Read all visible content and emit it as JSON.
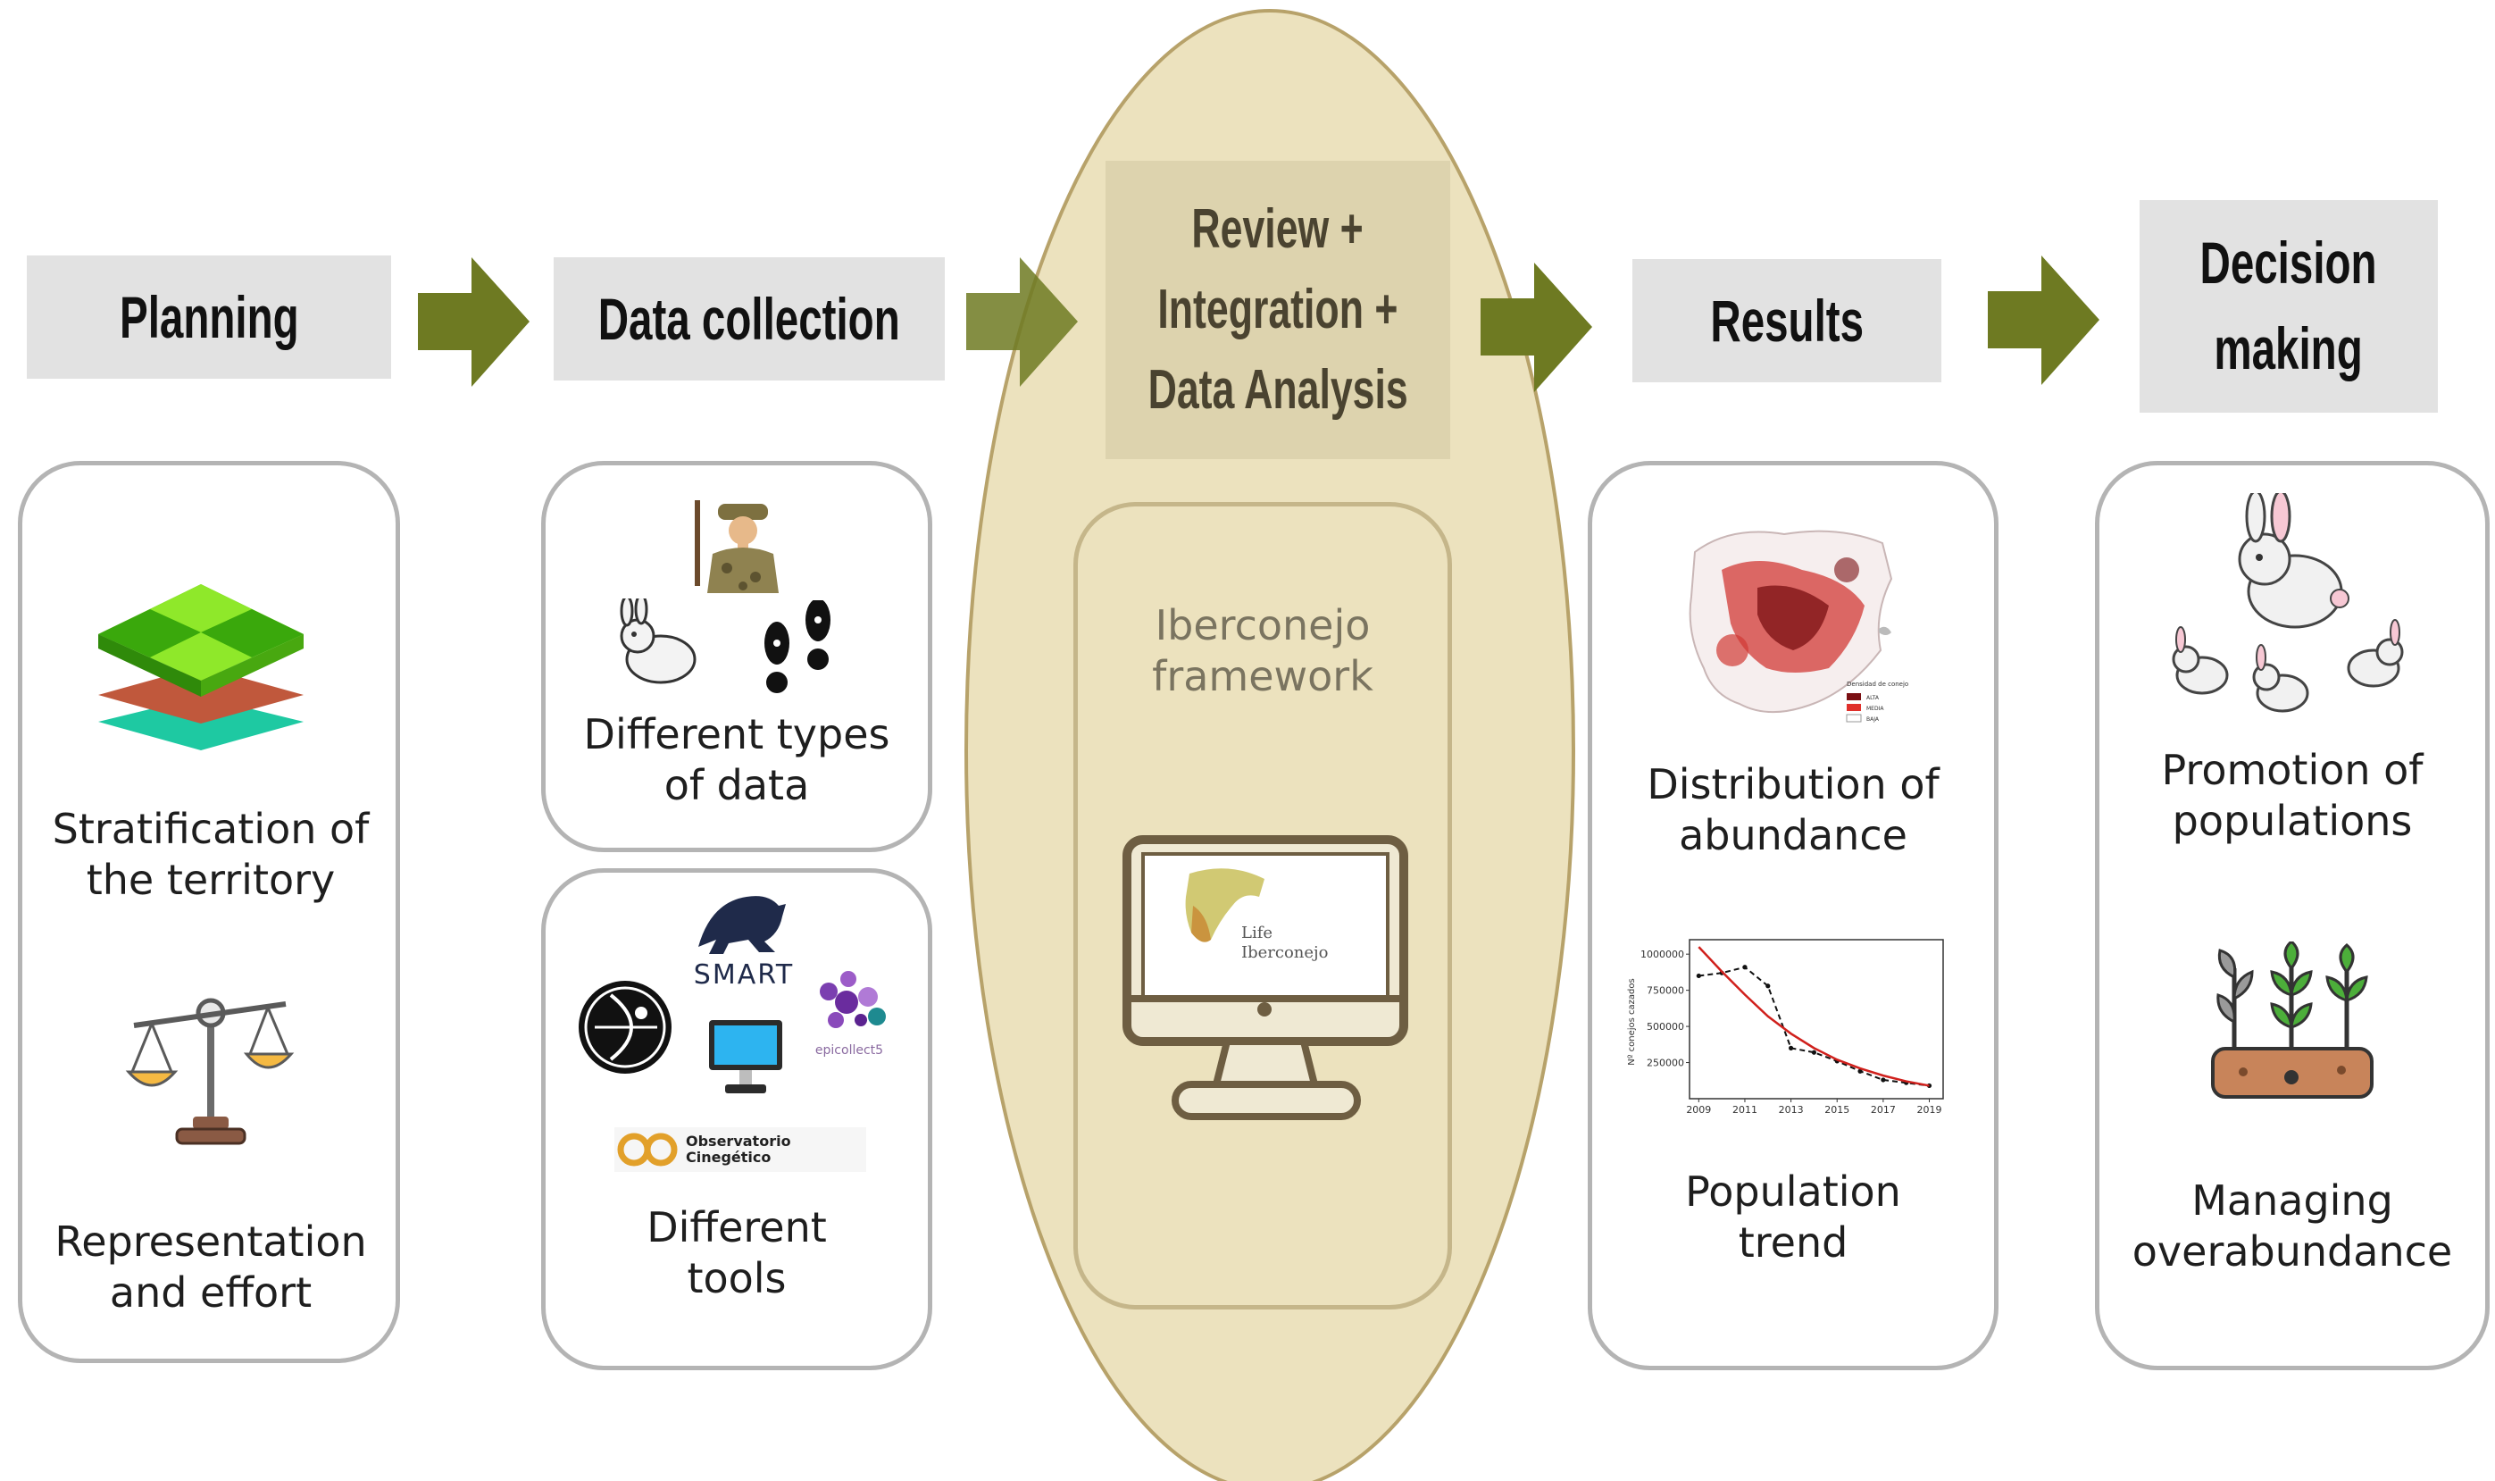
{
  "colors": {
    "arrow": "#6e7a22",
    "header_bg": "#e2e2e2",
    "ellipse_fill": "#ece2be",
    "ellipse_stroke": "#b7a26a",
    "box_border": "#b4b4b4"
  },
  "headers": {
    "planning": "Planning",
    "data_collection": "Data collection",
    "review": [
      "Review +",
      "Integration +",
      "Data Analysis"
    ],
    "results": "Results",
    "decision": [
      "Decision",
      "making"
    ]
  },
  "planning": {
    "item1": [
      "Stratification of",
      "the territory"
    ],
    "item2": [
      "Representation",
      "and effort"
    ]
  },
  "data_collection": {
    "item1": [
      "Different types",
      "of data"
    ],
    "item2": [
      "Different",
      "tools"
    ],
    "tools": {
      "smart": "SMART",
      "epicollect": "epicollect5",
      "observatorio": [
        "Observatorio",
        "Cinegético"
      ]
    }
  },
  "framework": {
    "label": [
      "Iberconejo",
      "framework"
    ],
    "screen_logo": [
      "Life",
      "Iberconejo"
    ]
  },
  "results": {
    "item1": [
      "Distribution of",
      "abundance"
    ],
    "item2": [
      "Population",
      "trend"
    ],
    "map_legend": {
      "title": "Densidad de conejo",
      "levels": [
        "ALTA",
        "MEDIA",
        "BAJA"
      ],
      "colors": [
        "#7a0f12",
        "#e0302b",
        "#ffffff"
      ]
    }
  },
  "decision": {
    "item1": [
      "Promotion of",
      "populations"
    ],
    "item2": [
      "Managing",
      "overabundance"
    ]
  },
  "chart_data": {
    "type": "line",
    "ylabel": "Nº conejos cazados",
    "x": [
      2009,
      2010,
      2011,
      2012,
      2013,
      2014,
      2015,
      2016,
      2017,
      2018,
      2019
    ],
    "xticks": [
      2009,
      2011,
      2013,
      2015,
      2017,
      2019
    ],
    "yticks": [
      250000,
      500000,
      750000,
      1000000
    ],
    "ylim": [
      0,
      1100000
    ],
    "series": [
      {
        "style": "dashed-black",
        "values": [
          850000,
          870000,
          910000,
          780000,
          350000,
          320000,
          260000,
          190000,
          130000,
          110000,
          90000
        ]
      },
      {
        "style": "red-fit",
        "values": [
          1050000,
          880000,
          720000,
          570000,
          450000,
          350000,
          270000,
          210000,
          160000,
          120000,
          90000
        ]
      }
    ]
  }
}
